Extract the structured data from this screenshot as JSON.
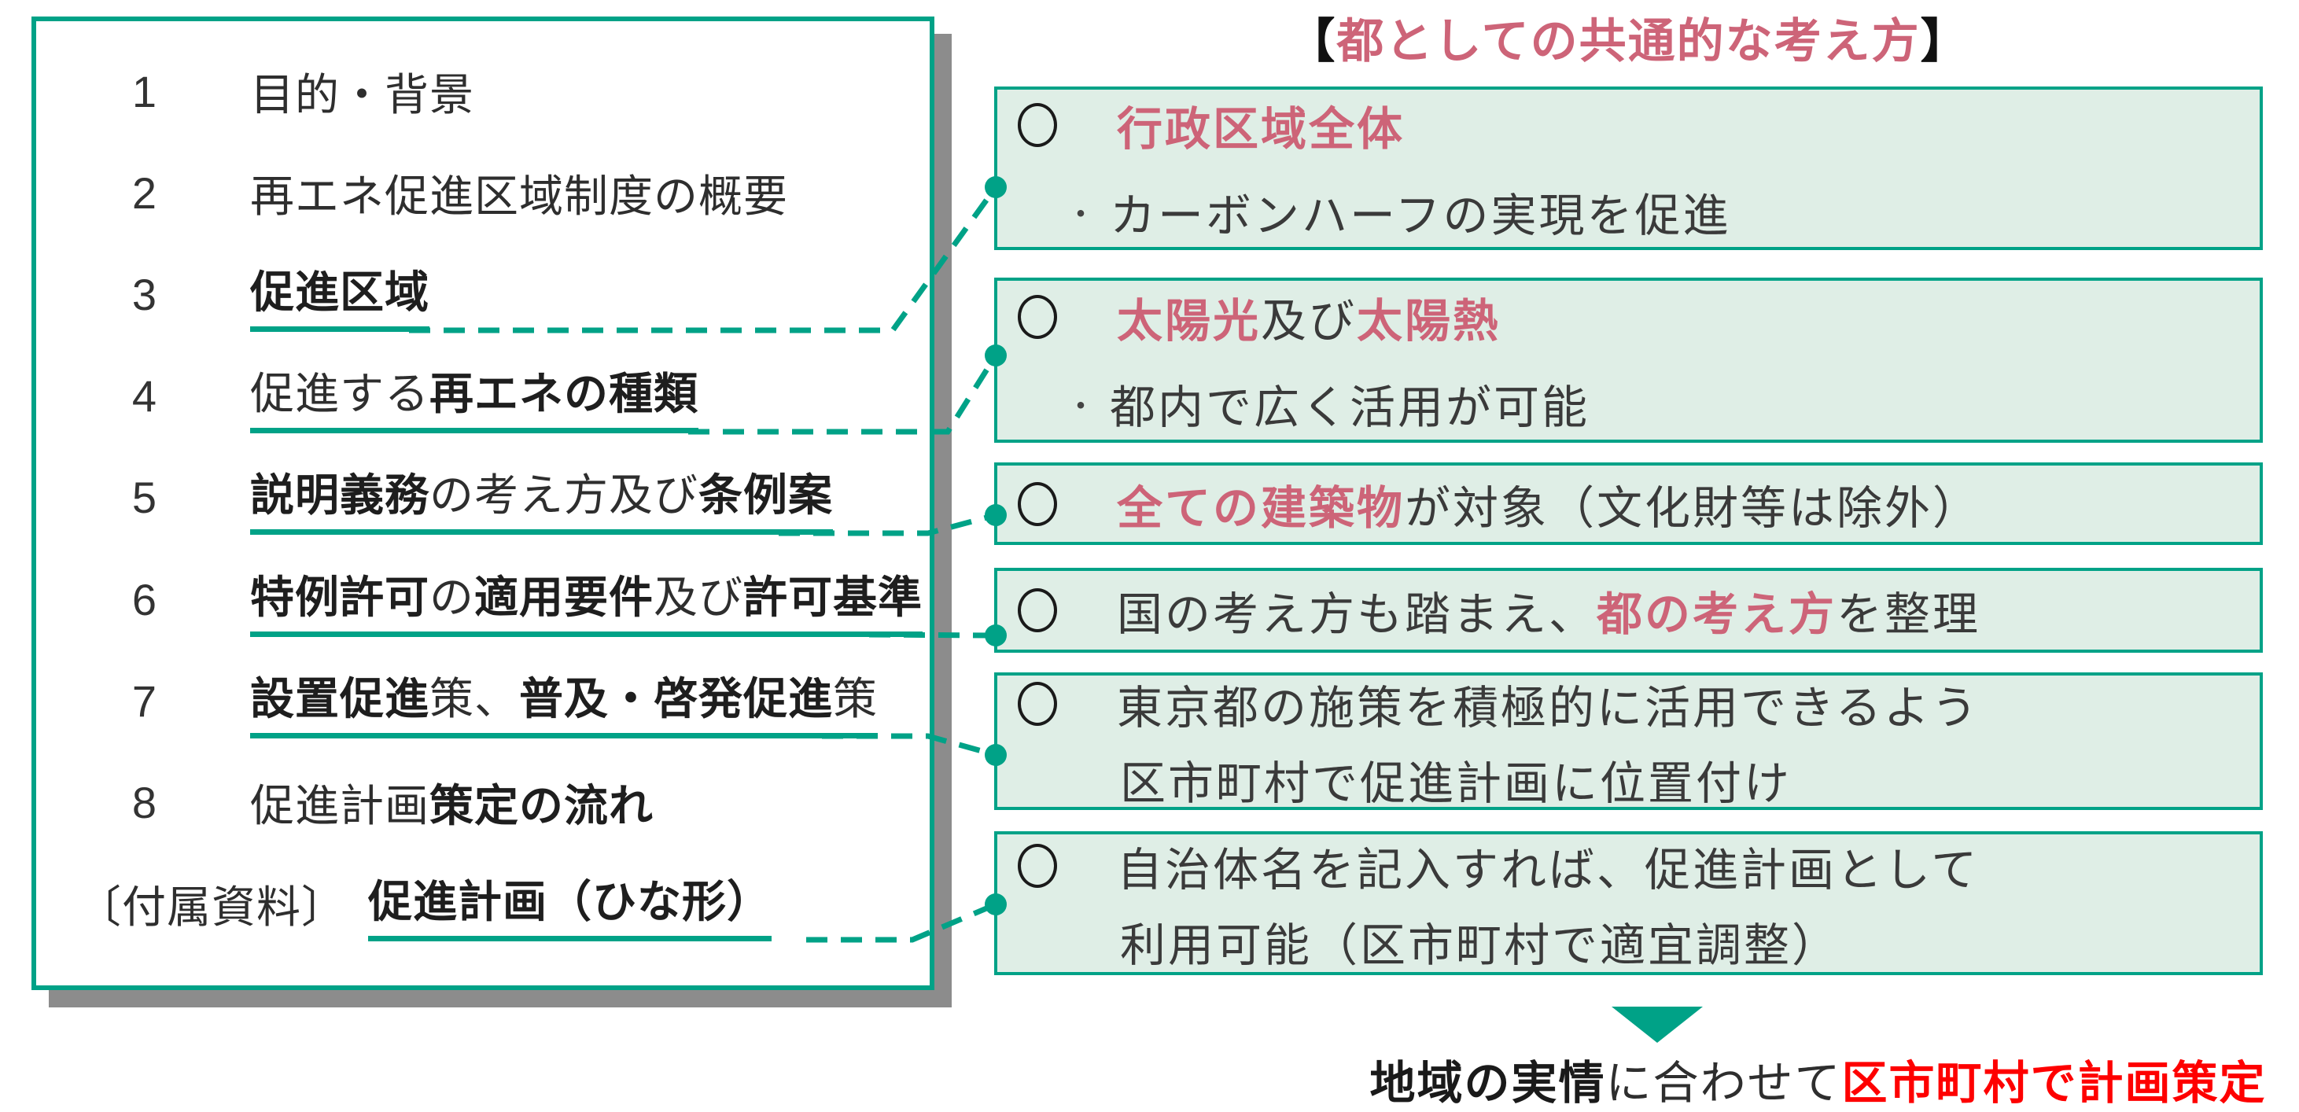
{
  "title": {
    "bracket_left": "【",
    "text": "都としての共通的な考え方",
    "bracket_right": "】"
  },
  "toc": {
    "items": [
      {
        "num": "1",
        "segments": [
          {
            "t": "目的・背景",
            "b": false
          }
        ],
        "underline": false,
        "appendix": false
      },
      {
        "num": "2",
        "segments": [
          {
            "t": "再エネ促進区域制度の概要",
            "b": false
          }
        ],
        "underline": false,
        "appendix": false
      },
      {
        "num": "3",
        "segments": [
          {
            "t": "促進区域",
            "b": true
          }
        ],
        "underline": true,
        "appendix": false
      },
      {
        "num": "4",
        "segments": [
          {
            "t": "促進する",
            "b": false
          },
          {
            "t": "再エネの種類",
            "b": true
          }
        ],
        "underline": true,
        "appendix": false
      },
      {
        "num": "5",
        "segments": [
          {
            "t": "説明義務",
            "b": true
          },
          {
            "t": "の考え方及び",
            "b": false
          },
          {
            "t": "条例案",
            "b": true
          }
        ],
        "underline": true,
        "appendix": false
      },
      {
        "num": "6",
        "segments": [
          {
            "t": "特例許可",
            "b": true
          },
          {
            "t": "の",
            "b": false
          },
          {
            "t": "適用要件",
            "b": true
          },
          {
            "t": "及び",
            "b": false
          },
          {
            "t": "許可基準",
            "b": true
          }
        ],
        "underline": true,
        "appendix": false
      },
      {
        "num": "7",
        "segments": [
          {
            "t": "設置促進",
            "b": true
          },
          {
            "t": "策、",
            "b": false
          },
          {
            "t": "普及・啓発促進",
            "b": true
          },
          {
            "t": "策",
            "b": false
          }
        ],
        "underline": true,
        "appendix": false
      },
      {
        "num": "8",
        "segments": [
          {
            "t": "促進計画",
            "b": false
          },
          {
            "t": "策定の流れ",
            "b": true
          }
        ],
        "underline": false,
        "appendix": false
      },
      {
        "num": "〔付属資料〕",
        "segments": [
          {
            "t": "促進計画（ひな形）",
            "b": true
          }
        ],
        "underline": true,
        "appendix": true
      }
    ]
  },
  "boxes": [
    {
      "lines": [
        {
          "marker": "circle",
          "segments": [
            {
              "t": "行政区域全体",
              "style": "pink-bold"
            }
          ]
        },
        {
          "marker": "bullet",
          "segments": [
            {
              "t": "カーボンハーフの実現を促進",
              "style": "plain"
            }
          ]
        }
      ]
    },
    {
      "lines": [
        {
          "marker": "circle",
          "segments": [
            {
              "t": "太陽光",
              "style": "pink-bold"
            },
            {
              "t": "及び",
              "style": "plain"
            },
            {
              "t": "太陽熱",
              "style": "pink-bold"
            }
          ]
        },
        {
          "marker": "bullet",
          "segments": [
            {
              "t": "都内で広く活用が可能",
              "style": "plain"
            }
          ]
        }
      ]
    },
    {
      "lines": [
        {
          "marker": "circle",
          "segments": [
            {
              "t": "全ての建築物",
              "style": "pink-bold"
            },
            {
              "t": "が対象（文化財等は除外）",
              "style": "plain"
            }
          ]
        }
      ]
    },
    {
      "lines": [
        {
          "marker": "circle",
          "segments": [
            {
              "t": "国の考え方も踏まえ、",
              "style": "plain"
            },
            {
              "t": "都の考え方",
              "style": "pink-bold"
            },
            {
              "t": "を整理",
              "style": "plain"
            }
          ]
        }
      ]
    },
    {
      "lines": [
        {
          "marker": "circle",
          "segments": [
            {
              "t": "東京都の施策を積極的に活用できるよう",
              "style": "plain"
            }
          ]
        },
        {
          "marker": "none",
          "segments": [
            {
              "t": "区市町村で促進計画に位置付け",
              "style": "plain"
            }
          ]
        }
      ]
    },
    {
      "lines": [
        {
          "marker": "circle",
          "segments": [
            {
              "t": "自治体名を記入すれば、促進計画として",
              "style": "plain"
            }
          ]
        },
        {
          "marker": "none",
          "segments": [
            {
              "t": "利用可能（区市町村で適宜調整）",
              "style": "plain"
            }
          ]
        }
      ]
    }
  ],
  "bottom": {
    "seg_bold_black": "地域の実情",
    "seg_plain": "に合わせて",
    "seg_red_bold": "区市町村で計画策定"
  },
  "icons": {
    "circle_marker": "○",
    "bullet_marker": "・",
    "arrow_down": "▼"
  },
  "colors": {
    "teal": "#00a287",
    "box_fill": "#dfeee6",
    "pink": "#cd6478",
    "red": "#fe0000",
    "text_dark": "#3a3a3a",
    "shadow_gray": "#8c8c8c"
  }
}
